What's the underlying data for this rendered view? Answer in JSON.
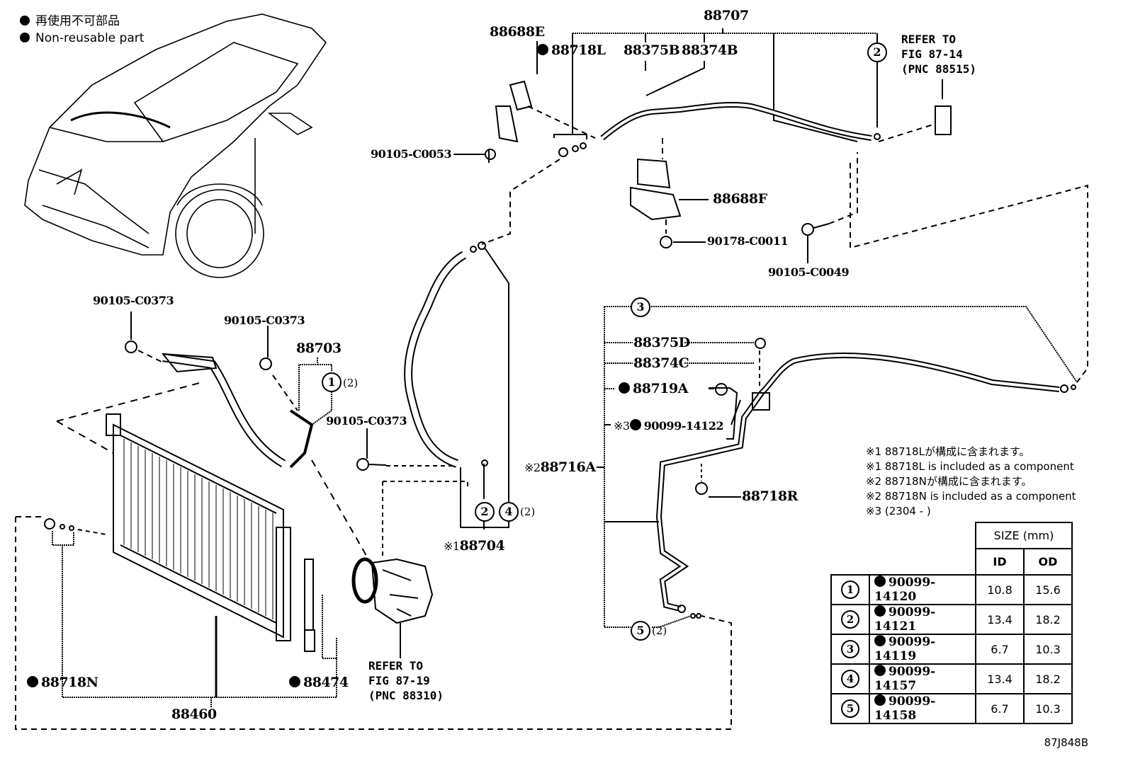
{
  "legend": {
    "jp": "再使用不可部品",
    "en": "Non-reusable part"
  },
  "labels": {
    "p88707": "88707",
    "p88688E": "88688E",
    "p88718L": "88718L",
    "p88375B": "88375B",
    "p88374B": "88374B",
    "p90105_C0053": "90105-C0053",
    "p88688F": "88688F",
    "p90178_C0011": "90178-C0011",
    "p90105_C0049": "90105-C0049",
    "p90105_C0373_a": "90105-C0373",
    "p90105_C0373_b": "90105-C0373",
    "p90105_C0373_c": "90105-C0373",
    "p88703": "88703",
    "p88704": "88704",
    "p88704_mark": "※1",
    "p88375D": "88375D",
    "p88374C": "88374C",
    "p88719A": "88719A",
    "p90099_14122": "90099-14122",
    "p90099_14122_mark": "※3",
    "p88716A": "88716A",
    "p88716A_mark": "※2",
    "p88718R": "88718R",
    "p88718N": "88718N",
    "p88474": "88474",
    "p88460": "88460"
  },
  "refs": {
    "ref_top": "REFER TO\nFIG 87-14\n(PNC 88515)",
    "ref_compressor": "REFER TO\nFIG 87-19\n(PNC 88310)"
  },
  "callouts": {
    "c1": "1",
    "c1_qty": "(2)",
    "c2a": "2",
    "c2b": "2",
    "c3": "3",
    "c4": "4",
    "c4_qty": "(2)",
    "c5": "5",
    "c5_qty": "(2)"
  },
  "notes": [
    "※1 88718Lが構成に含まれます。",
    "※1 88718L is included as a component",
    "※2 88718Nが構成に含まれます。",
    "※2 88718N is included as a component",
    "※3 (2304 -        )"
  ],
  "size_table": {
    "header": "SIZE (mm)",
    "col_id": "ID",
    "col_od": "OD",
    "rows": [
      {
        "ref": "1",
        "part": "90099-14120",
        "id": "10.8",
        "od": "15.6"
      },
      {
        "ref": "2",
        "part": "90099-14121",
        "id": "13.4",
        "od": "18.2"
      },
      {
        "ref": "3",
        "part": "90099-14119",
        "id": "6.7",
        "od": "10.3"
      },
      {
        "ref": "4",
        "part": "90099-14157",
        "id": "13.4",
        "od": "18.2"
      },
      {
        "ref": "5",
        "part": "90099-14158",
        "id": "6.7",
        "od": "10.3"
      }
    ]
  },
  "figure_id": "87J848B"
}
